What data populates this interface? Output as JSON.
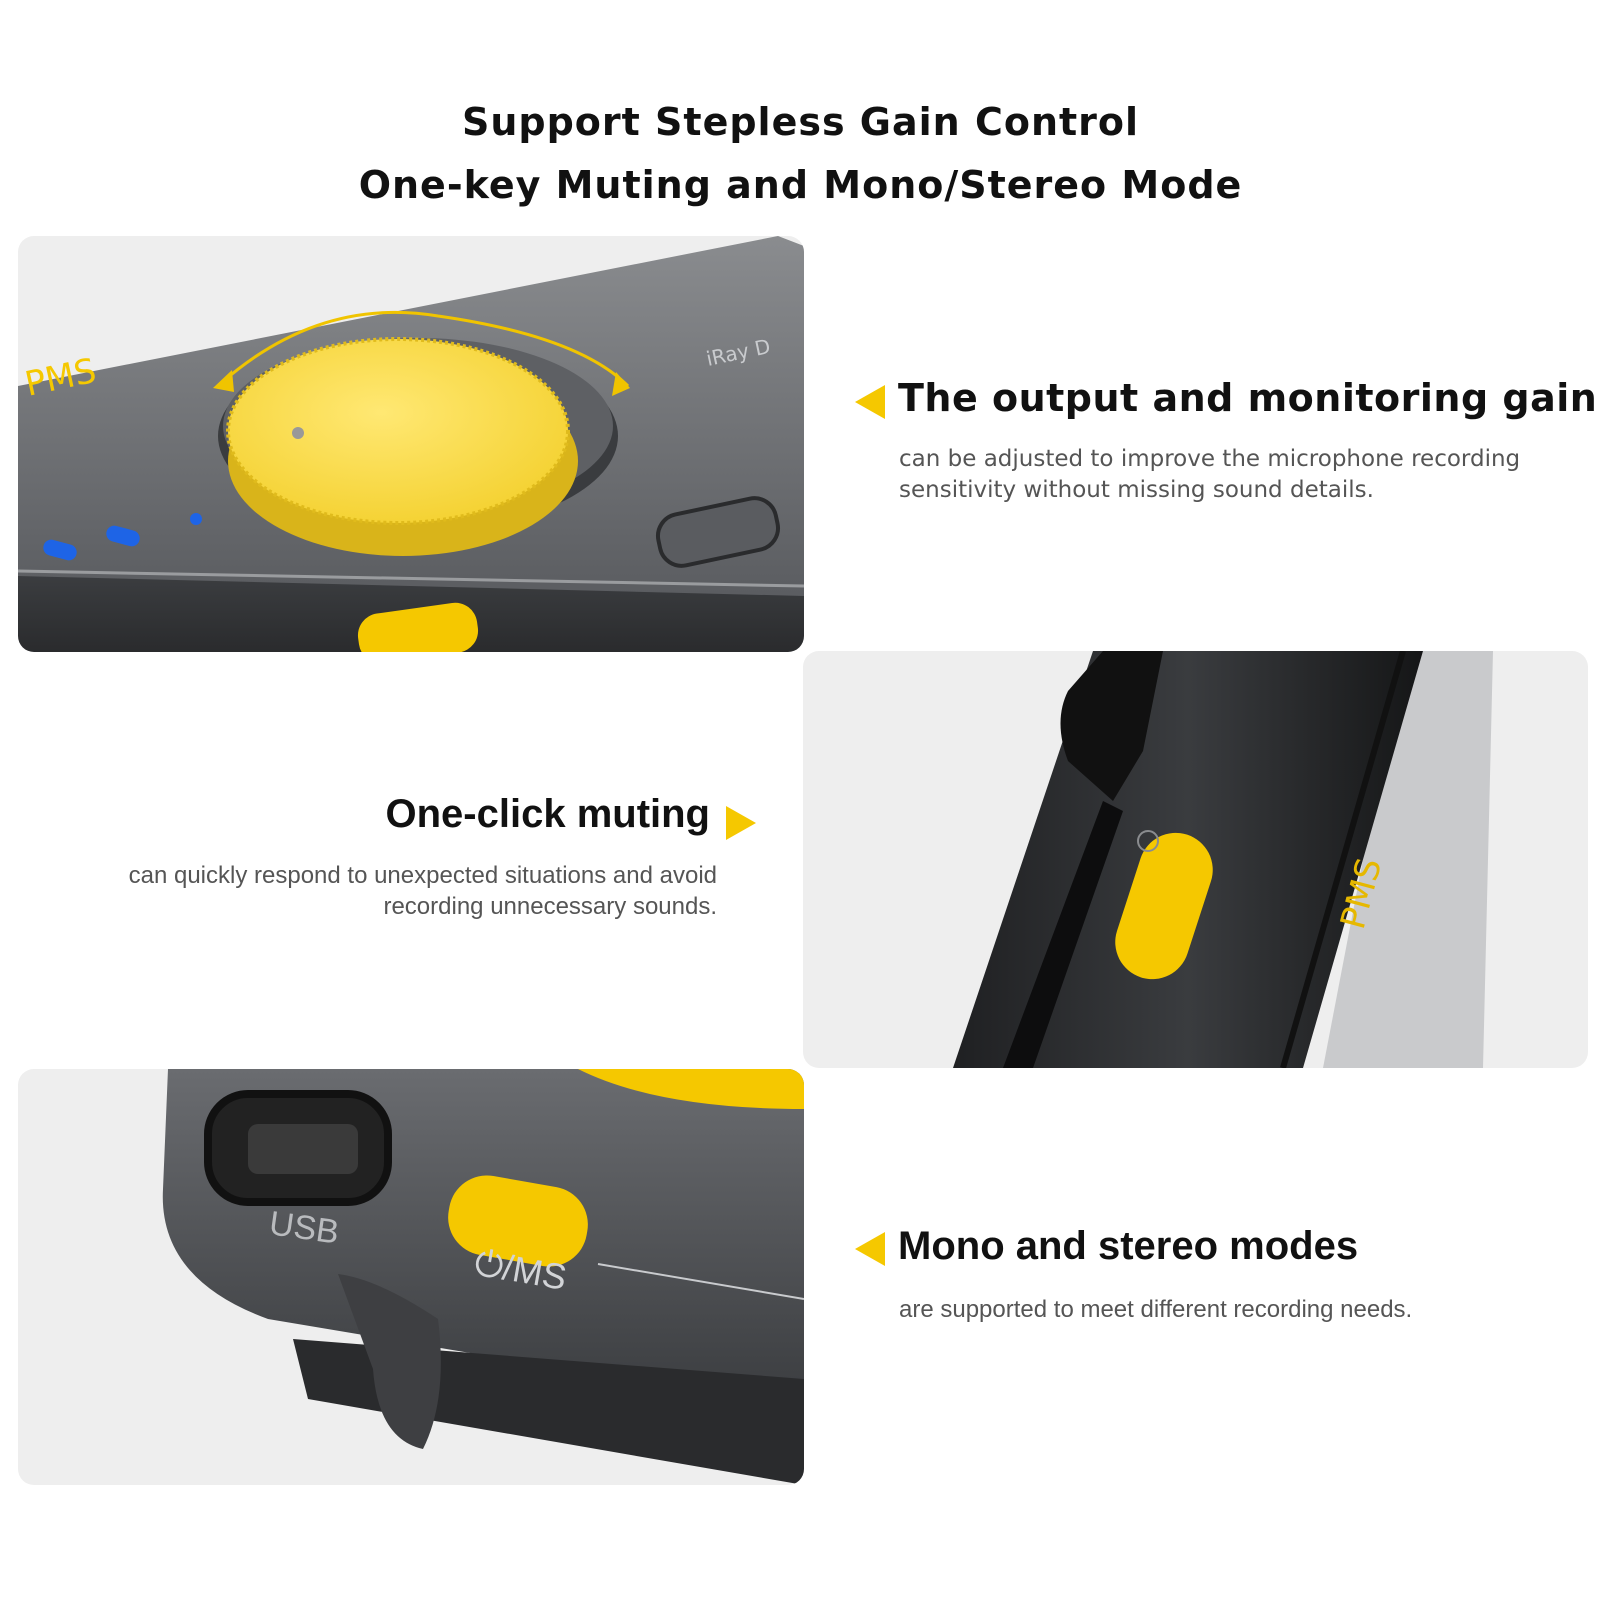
{
  "header": {
    "title_line1": "Support Stepless Gain Control",
    "title_line2": "One-key Muting and Mono/Stereo Mode"
  },
  "features": [
    {
      "heading": "The output and monitoring gain",
      "description": "can be adjusted to improve the microphone recording sensitivity without missing sound details."
    },
    {
      "heading": "One-click muting",
      "description": "can quickly respond to unexpected situations and avoid recording unnecessary sounds."
    },
    {
      "heading": "Mono and stereo modes",
      "description": "are supported to meet different recording needs."
    }
  ],
  "device_labels": {
    "brand_mark": "PMS",
    "model": "iRay D",
    "usb_port": "USB",
    "power_ms": "⏻/MS"
  },
  "colors": {
    "accent_yellow": "#f5c800",
    "device_gray": "#4a4c4f",
    "led_blue": "#1e64e6",
    "panel_bg": "#eeeeee"
  }
}
